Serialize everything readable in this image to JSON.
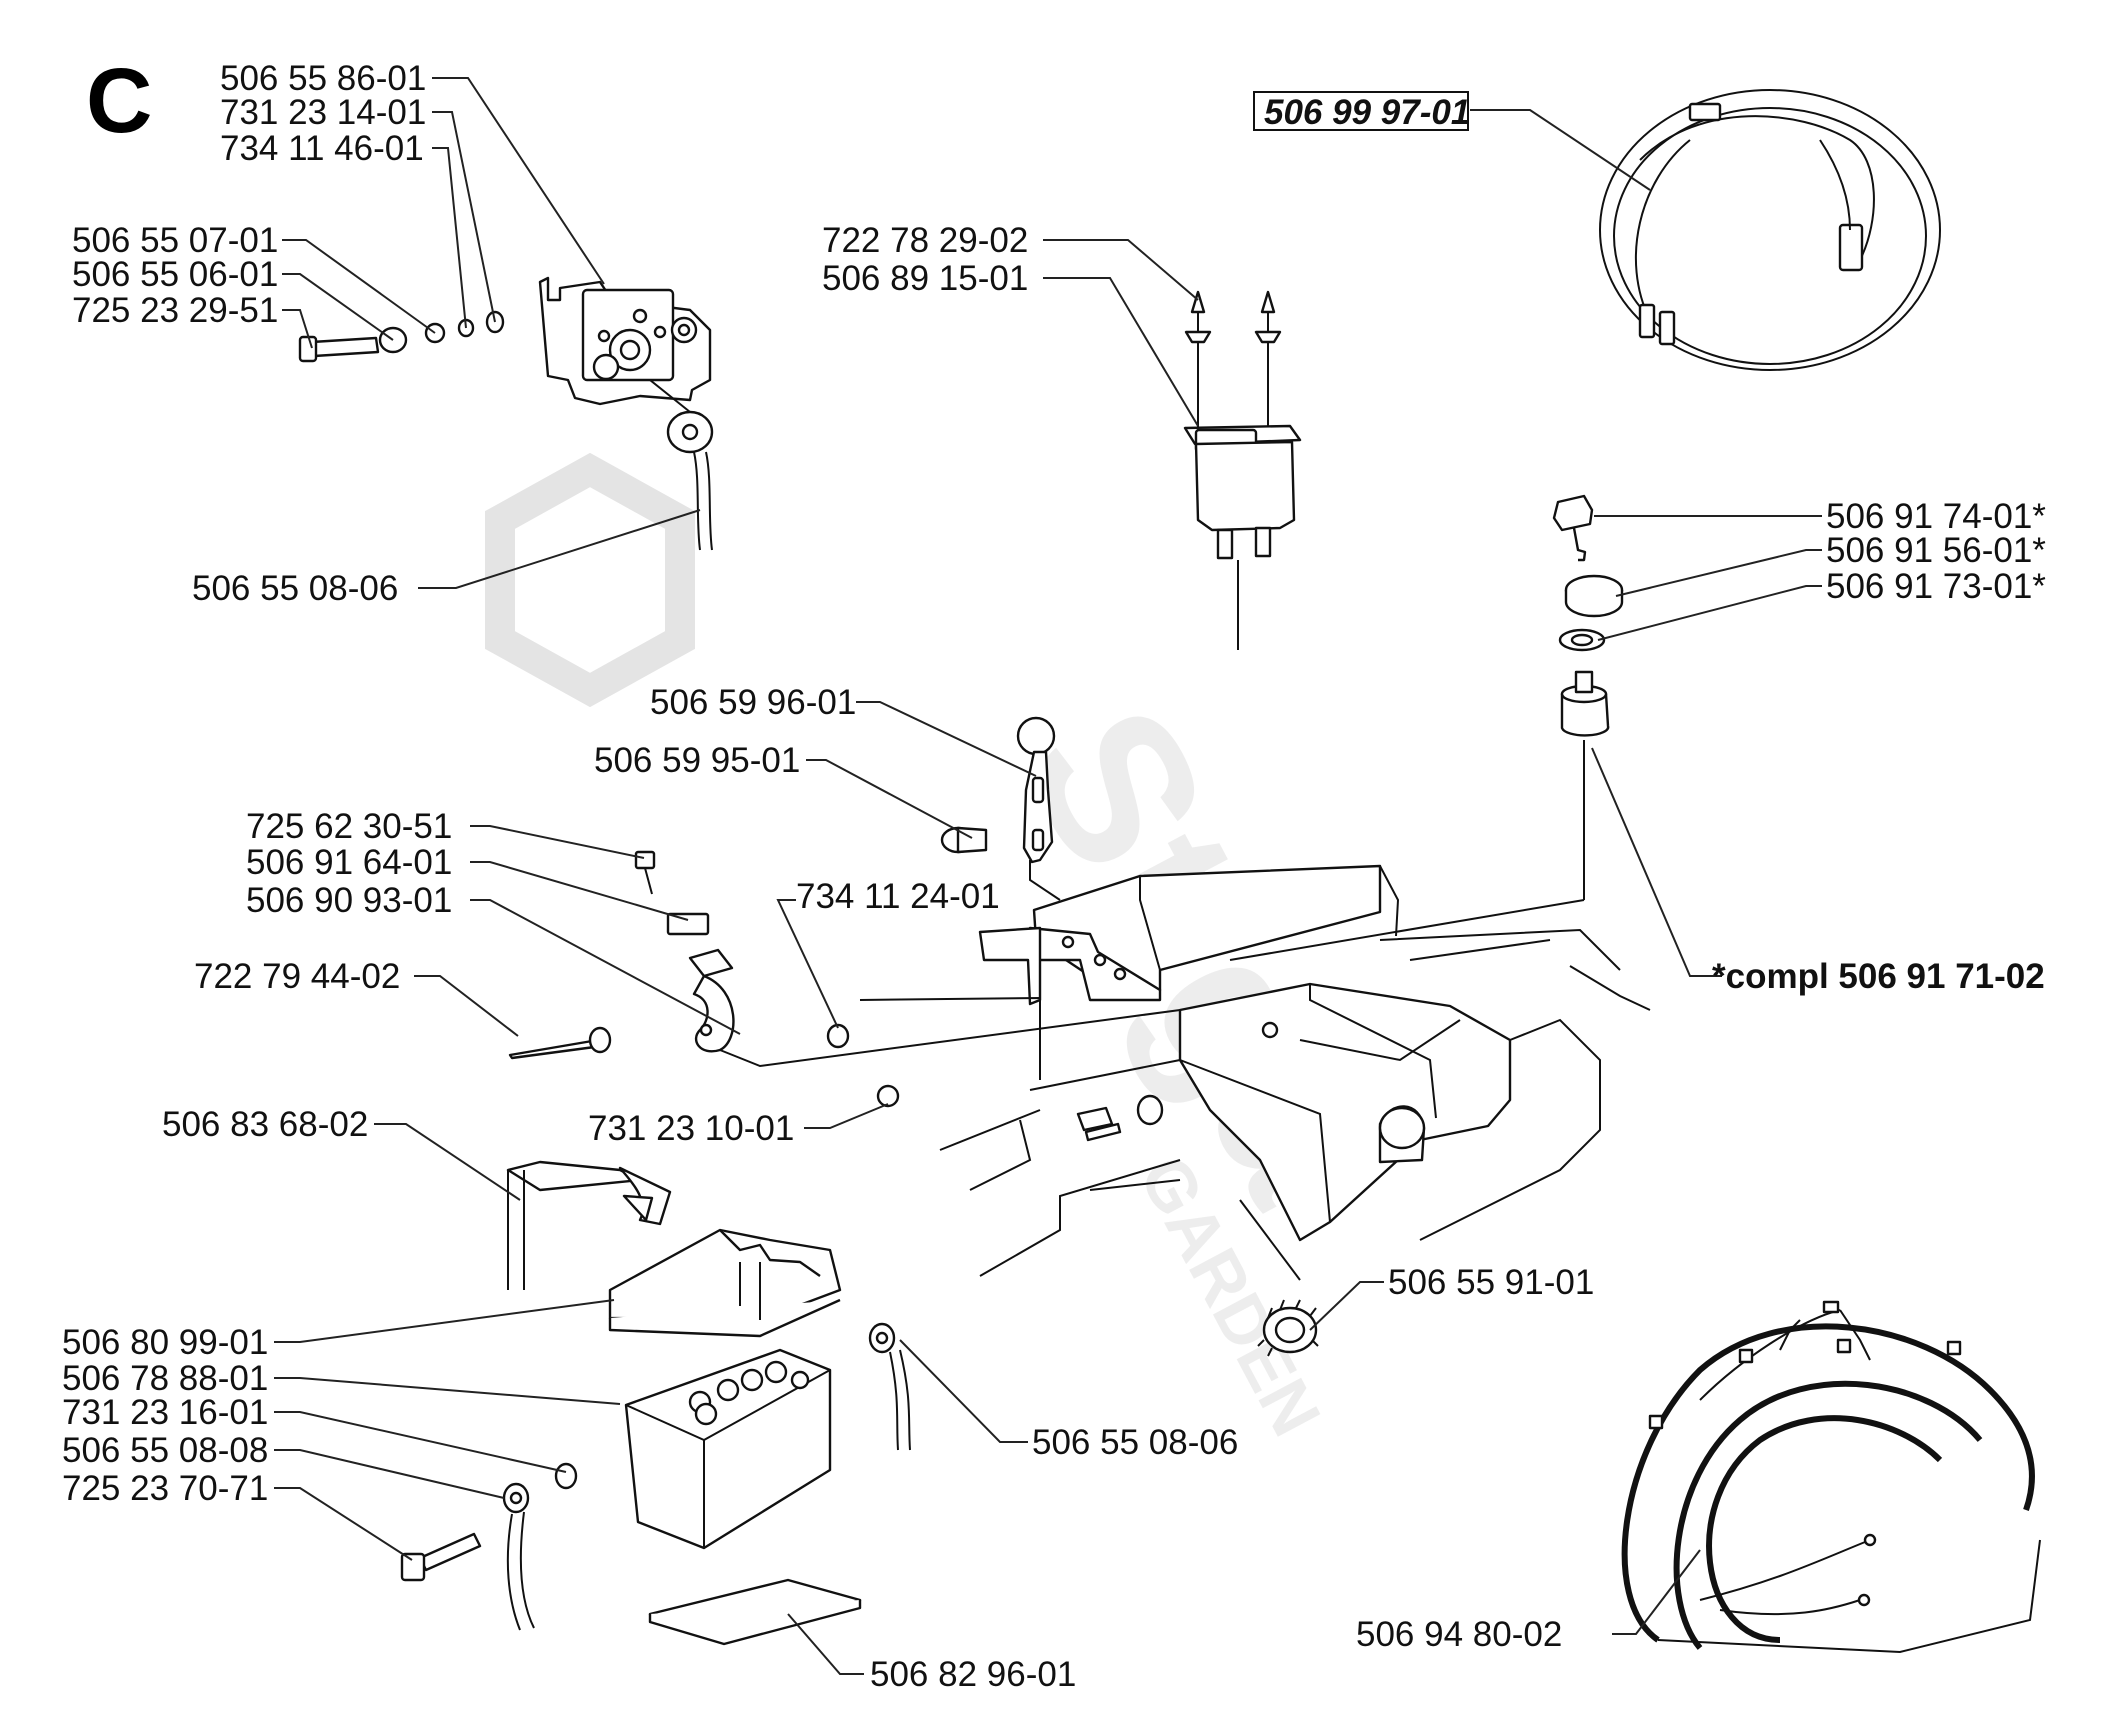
{
  "section_letter": "C",
  "watermark": {
    "brand": "Stiga",
    "subtitle": "GARDEN"
  },
  "part_numbers": {
    "p01": "506 55 86-01",
    "p02": "731 23 14-01",
    "p03": "734 11 46-01",
    "p04": "506 55 07-01",
    "p05": "506 55 06-01",
    "p06": "725 23 29-51",
    "p07": "506 55 08-06",
    "p08": "722 78 29-02",
    "p09": "506 89 15-01",
    "p10": "506 99 97-01",
    "p11": "506 91 74-01*",
    "p12": "506 91 56-01*",
    "p13": "506 91 73-01*",
    "p14": "*compl 506 91 71-02",
    "p15": "506 59 96-01",
    "p16": "506 59 95-01",
    "p17": "725 62 30-51",
    "p18": "506 91 64-01",
    "p19": "506 90 93-01",
    "p20": "734 11 24-01",
    "p21": "722 79 44-02",
    "p22": "731 23 10-01",
    "p23": "506 83 68-02",
    "p24": "506 55 91-01",
    "p25": "506 80 99-01",
    "p26": "506 78 88-01",
    "p27": "731 23 16-01",
    "p28": "506 55 08-08",
    "p29": "725 23 70-71",
    "p30": "506 55 08-06",
    "p31": "506 82 96-01",
    "p32": "506 94 80-02"
  }
}
